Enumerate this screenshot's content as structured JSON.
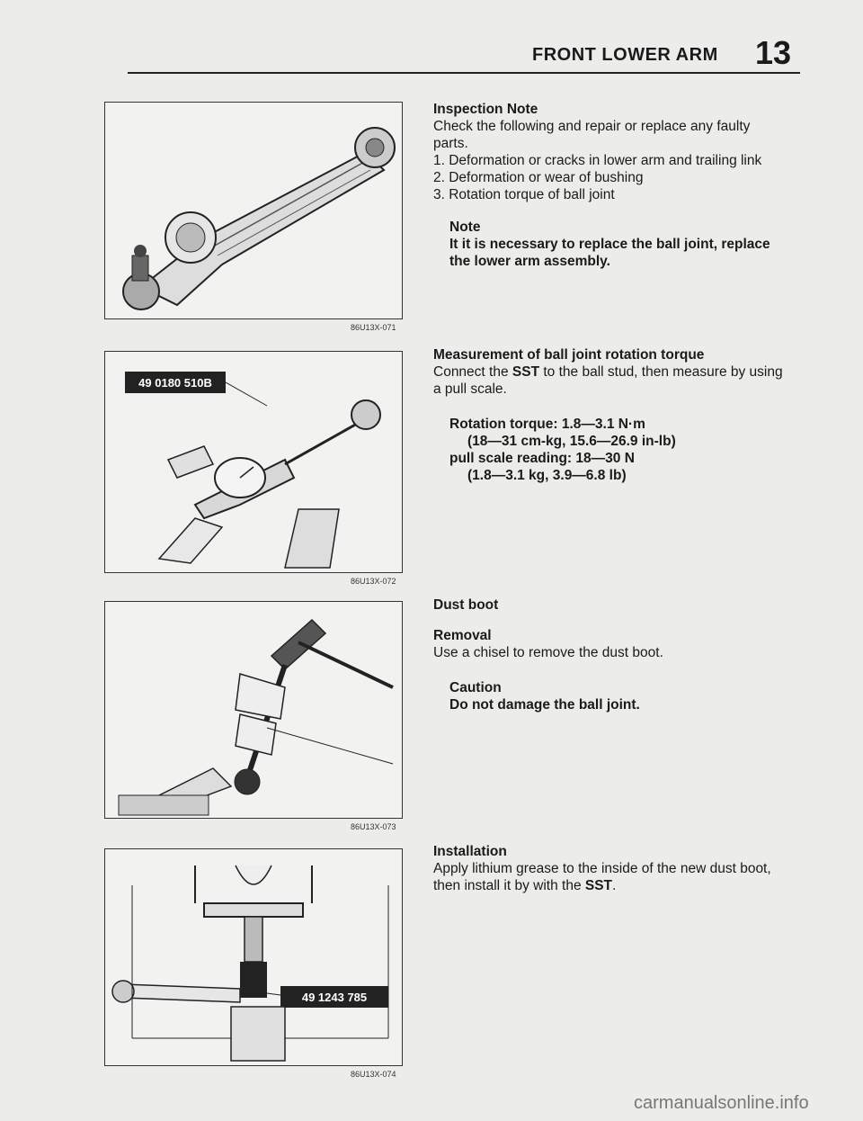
{
  "header": {
    "title": "FRONT LOWER ARM",
    "section": "13"
  },
  "figures": [
    {
      "code": "86U13X-071"
    },
    {
      "code": "86U13X-072",
      "tool_label": "49 0180 510B"
    },
    {
      "code": "86U13X-073"
    },
    {
      "code": "86U13X-074",
      "tool_label": "49 1243 785"
    }
  ],
  "inspection": {
    "heading": "Inspection Note",
    "intro": "Check the following and repair or replace any faulty parts.",
    "items": [
      "1. Deformation or cracks in lower arm and trailing link",
      "2. Deformation or wear of bushing",
      "3. Rotation torque of ball joint"
    ],
    "note_heading": "Note",
    "note_text": "It it is necessary to replace the ball joint, replace the lower arm assembly."
  },
  "measurement": {
    "heading": "Measurement of ball joint rotation torque",
    "text_pre": "Connect the ",
    "text_bold": "SST",
    "text_post": " to the ball stud, then measure by using a pull scale.",
    "spec1": "Rotation torque: 1.8—3.1 N·m",
    "spec2": "(18—31 cm-kg, 15.6—26.9 in-lb)",
    "spec3": "pull scale reading: 18—30 N",
    "spec4": "(1.8—3.1 kg, 3.9—6.8 lb)"
  },
  "dust_boot": {
    "heading": "Dust boot",
    "removal_heading": "Removal",
    "removal_text": "Use a chisel to remove the dust boot.",
    "caution_heading": "Caution",
    "caution_text": "Do not damage the ball joint."
  },
  "installation": {
    "heading": "Installation",
    "text_pre": "Apply lithium grease to the inside of the new dust boot, then install it by with the ",
    "text_bold": "SST",
    "text_post": "."
  },
  "footer": {
    "text": "carmanualsonline.info"
  }
}
